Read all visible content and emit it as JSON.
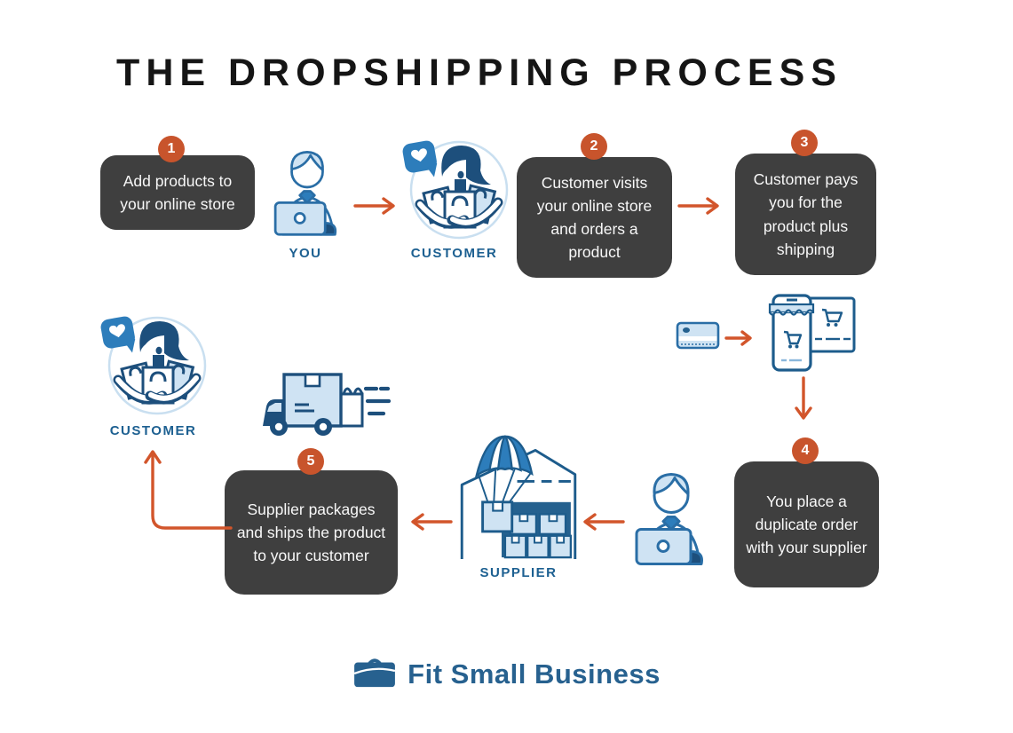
{
  "title": "THE DROPSHIPPING PROCESS",
  "steps": [
    {
      "number": "1",
      "text": "Add products to your online store"
    },
    {
      "number": "2",
      "text": "Customer visits your online store and orders a product"
    },
    {
      "number": "3",
      "text": "Customer pays you for the product plus shipping"
    },
    {
      "number": "4",
      "text": "You place a duplicate order with your supplier"
    },
    {
      "number": "5",
      "text": "Supplier packages and ships the product to your customer"
    }
  ],
  "actors": {
    "you": "YOU",
    "customer_top": "CUSTOMER",
    "supplier": "SUPPLIER",
    "customer_bottom": "CUSTOMER"
  },
  "footer": {
    "brand": "Fit Small Business"
  },
  "icons": {
    "you": "person-at-laptop",
    "customer": "woman-with-shopping-bags-and-heart-bubble",
    "payment": "credit-card",
    "checkout": "phone-and-browser-with-shopping-carts",
    "orderer": "person-at-laptop",
    "supplier": "warehouse-with-parachute-package",
    "shipping": "delivery-truck-with-bag",
    "brand": "briefcase"
  },
  "colors": {
    "box_bg": "#3f3f3f",
    "badge_orange": "#c8542c",
    "arrow_orange": "#d2552b",
    "outline_blue": "#1d5c8c",
    "mid_blue": "#2d7dbb",
    "light_blue": "#cfe3f3",
    "navy": "#1d4f7c",
    "label_blue": "#1d6091",
    "logo_blue": "#27618f",
    "title_color": "#151515"
  }
}
